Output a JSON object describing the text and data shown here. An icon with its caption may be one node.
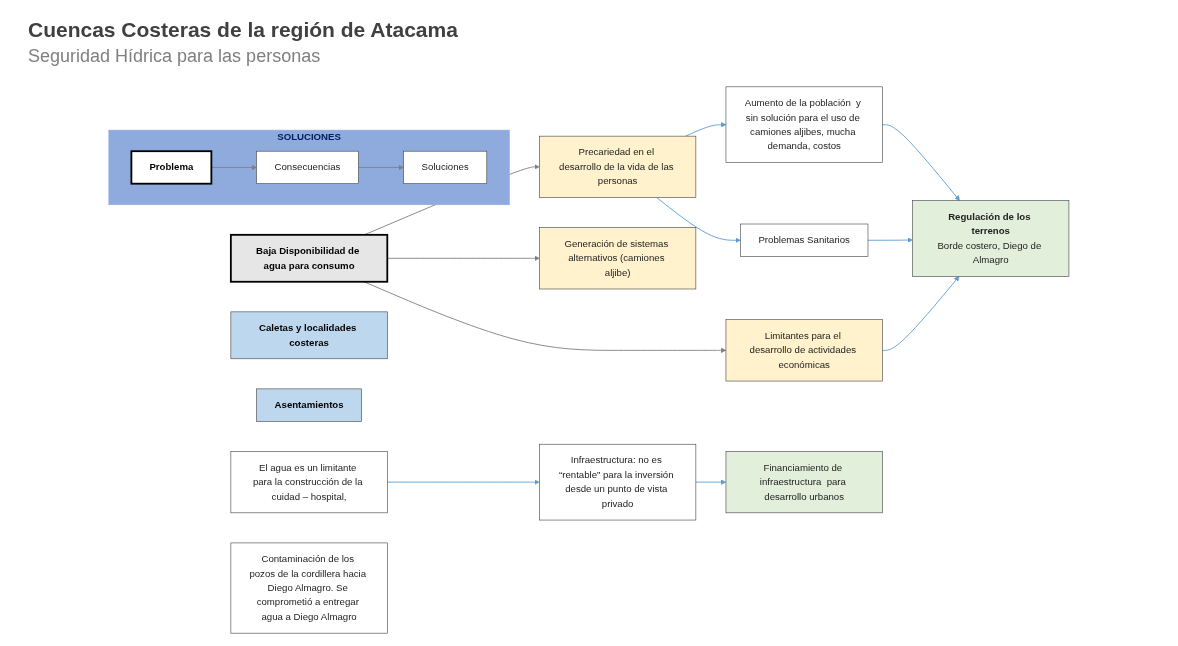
{
  "diagram": {
    "title": "Cuencas Costeras de la región de Atacama",
    "nodes": [
      {
        "text": [
          "SOLUCIONES"
        ]
      },
      {
        "text": [
          "Problema"
        ],
        "in": 0
      },
      {
        "text": [
          "Consecuencias"
        ],
        "in": 0
      },
      {
        "text": [
          "Soluciones"
        ],
        "in": 0
      },
      {
        "text": [
          "Baja Disponibilidad de agua para consumo"
        ]
      },
      {
        "text": [
          "Aumento de la población  y sin solución para el uso de camiones aljibes, mucha demanda, costos"
        ]
      },
      {
        "text": [
          "Regulación de los terrenos",
          "Borde costero, Diego de Almagro"
        ]
      },
      {
        "text": [
          "Caletas y localidades costeras"
        ]
      },
      {
        "text": [
          "Asentamientos"
        ]
      },
      {
        "text": [
          "Precariedad en el desarrollo de la vida de las personas"
        ]
      },
      {
        "text": [
          "Problemas Sanitarios"
        ]
      },
      {
        "text": [
          "Limitantes para el desarrollo de actividades económicas"
        ]
      },
      {
        "text": [
          "Generación de sistemas alternativos (camiones aljibe)"
        ]
      },
      {
        "text": [
          "El agua es un limitante para la construcción de la cuidad – hospital,"
        ]
      },
      {
        "text": [
          "Infraestructura: no es “rentable” para la inversión desde un punto de vista privado"
        ]
      },
      {
        "text": [
          "Financiamiento de infraestructura  para desarrollo urbanos"
        ]
      },
      {
        "text": [
          "Contaminación de los pozos de la cordillera hacia Diego Almagro. Se comprometió a entregar agua a Diego Almagro"
        ]
      }
    ],
    "edges": [
      {
        "from": 1,
        "to": 2,
        "arrow": "to",
        "color": "#7f7f7f"
      },
      {
        "from": 2,
        "to": 3,
        "arrow": "to",
        "color": "#7f7f7f"
      },
      {
        "from": 4,
        "to": 9,
        "arrow": "to",
        "color": "#7f7f7f"
      },
      {
        "from": 4,
        "to": 11,
        "arrow": "to",
        "color": "#7f7f7f"
      },
      {
        "from": 4,
        "to": 12,
        "arrow": "to",
        "color": "#7f7f7f"
      },
      {
        "from": 9,
        "to": 5,
        "arrow": "to"
      },
      {
        "from": 9,
        "to": 10,
        "arrow": "to"
      },
      {
        "from": 5,
        "to": 6,
        "arrow": "to"
      },
      {
        "from": 10,
        "to": 6,
        "arrow": "to"
      },
      {
        "from": 11,
        "to": 6,
        "arrow": "to"
      },
      {
        "from": 13,
        "to": 14,
        "arrow": "to"
      },
      {
        "from": 14,
        "to": 15,
        "arrow": "to"
      }
    ],
    "labels": [
      "Seguridad Hídrica para las personas"
    ]
  }
}
